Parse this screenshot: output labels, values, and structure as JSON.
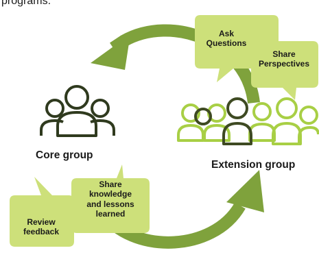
{
  "intro_text": "programs.",
  "groups": {
    "core": "Core group",
    "extension": "Extension group"
  },
  "bubbles": {
    "ask": "Ask\nQuestions",
    "share_perspectives": "Share\nPerspectives",
    "share_knowledge": "Share\nknowledge\nand lessons\nlearned",
    "review": "Review\nfeedback"
  },
  "colors": {
    "arrow": "#7fa23c",
    "bubble": "#cde07a",
    "core_icon": "#2f3a1e",
    "ext_icon_light": "#a8cf45",
    "ext_icon_dark": "#3e4a22",
    "text": "#1a1a1a"
  }
}
